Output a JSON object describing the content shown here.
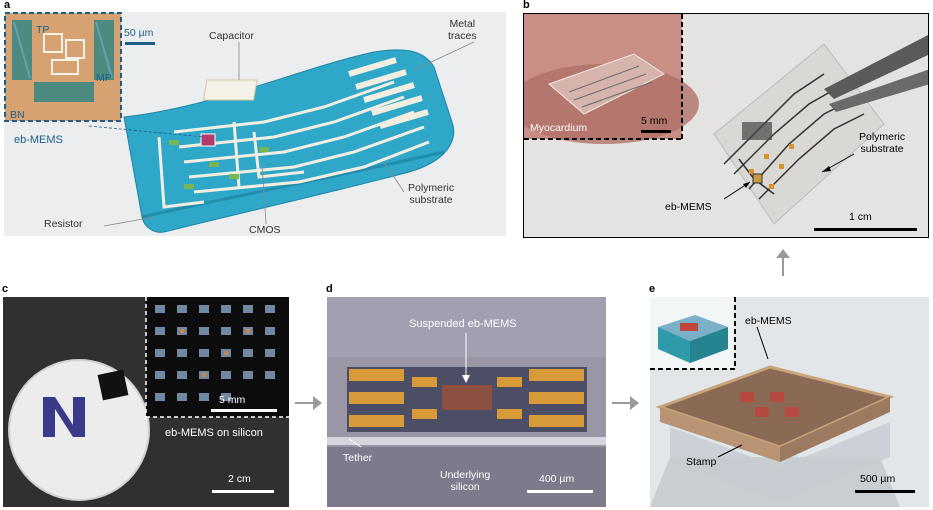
{
  "panels": {
    "a": {
      "label": "a",
      "scale": "50 µm",
      "inset_labels": {
        "tp": "TP",
        "mp": "MP",
        "bn": "BN"
      },
      "caption_left": "eb-MEMS",
      "labels": {
        "capacitor": "Capacitor",
        "metal_traces": "Metal\ntraces",
        "resistor": "Resistor",
        "cmos": "CMOS",
        "polymeric_substrate": "Polymeric\nsubstrate"
      }
    },
    "b": {
      "label": "b",
      "inset_label": "Myocardium",
      "inset_scale": "5 mm",
      "labels": {
        "polymeric_substrate": "Polymeric\nsubstrate",
        "eb_mems": "eb-MEMS"
      },
      "scale": "1 cm"
    },
    "c": {
      "label": "c",
      "inset_scale": "5 mm",
      "caption": "eb-MEMS on silicon",
      "scale": "2 cm"
    },
    "d": {
      "label": "d",
      "labels": {
        "suspended": "Suspended eb-MEMS",
        "tether": "Tether",
        "underlying": "Underlying\nsilicon"
      },
      "scale": "400 µm"
    },
    "e": {
      "label": "e",
      "labels": {
        "eb_mems": "eb-MEMS",
        "stamp": "Stamp"
      },
      "scale": "500 µm"
    }
  },
  "colors": {
    "accent_blue": "#1d5f8a",
    "substrate_cyan": "#2fa7c9",
    "gold": "#c99a3c"
  }
}
